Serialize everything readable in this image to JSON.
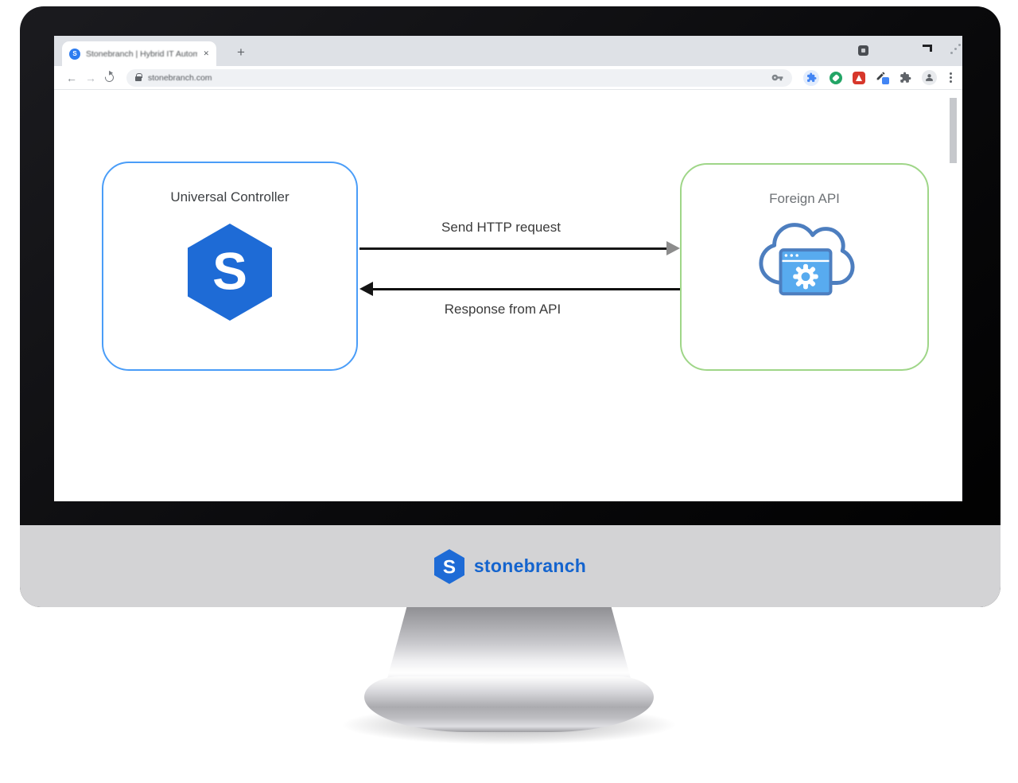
{
  "browser": {
    "tab_title": "Stonebranch | Hybrid IT Automation",
    "new_tab_label": "+",
    "nav": {
      "back": "←",
      "forward": "→"
    },
    "address": {
      "url": "stonebranch.com"
    },
    "extensions": [
      "password-key",
      "extensions-puzzle",
      "green-extension",
      "red-acrobat",
      "editor-pen",
      "gray-puzzle"
    ]
  },
  "diagram": {
    "logo_letter": "S",
    "nodes": [
      {
        "id": "universal-controller",
        "label": "Universal Controller",
        "border_color": "#4A9DF8",
        "icon": "stonebranch-hexagon"
      },
      {
        "id": "foreign-api",
        "label": "Foreign API",
        "border_color": "#9FD688",
        "icon": "cloud-api-window-gear"
      }
    ],
    "edges": [
      {
        "from": "universal-controller",
        "to": "foreign-api",
        "label": "Send HTTP request",
        "direction": "right"
      },
      {
        "from": "foreign-api",
        "to": "universal-controller",
        "label": "Response from API",
        "direction": "left"
      }
    ]
  },
  "device": {
    "brand_name": "stonebranch",
    "logo_letter": "S",
    "wordmark_color": "#1464CE",
    "hexagon_color": "#1E6BD6"
  }
}
